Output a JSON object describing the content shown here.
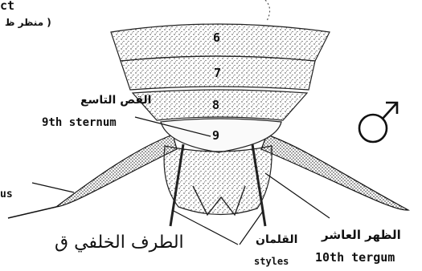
{
  "header": {
    "title_fragment": "ct",
    "arabic_fragment": "( منظر ظ"
  },
  "segments": [
    "6",
    "7",
    "8",
    "9"
  ],
  "labels": {
    "ninth_sternum_ar": "القص التاسع",
    "ninth_sternum_en": "9th sternum",
    "left_cut_en": "us",
    "styles_ar": "القلمان",
    "styles_en": "styles",
    "tenth_tergum_ar": "الظهر العاشر",
    "tenth_tergum_en": "10th tergum",
    "bottom_caption_ar": "الطرف الخلفي ق"
  },
  "symbols": {
    "male": "♂"
  }
}
